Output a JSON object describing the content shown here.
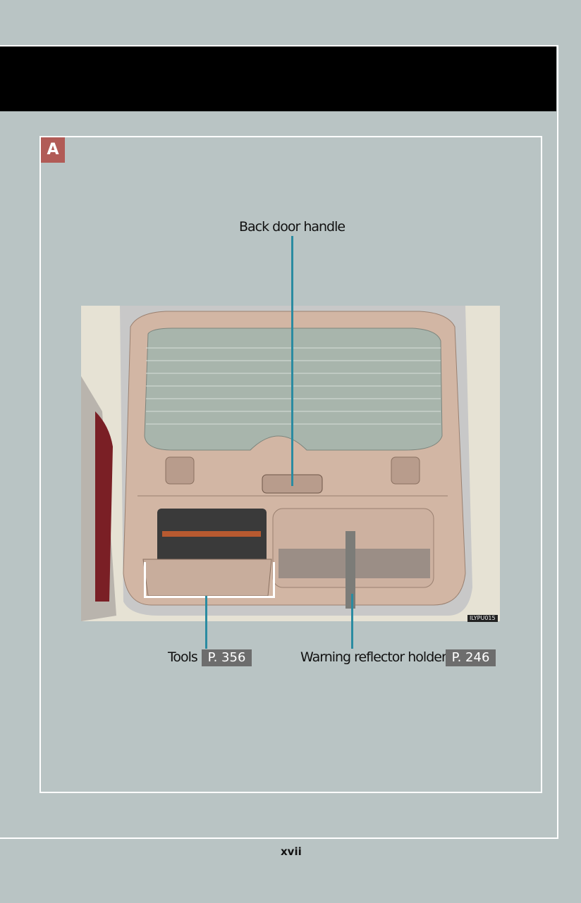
{
  "section_badge": "A",
  "callouts": {
    "back_door_handle": "Back door handle",
    "tools": {
      "label": "Tools",
      "page_ref": "P. 356"
    },
    "warning_reflector_holder": {
      "label": "Warning reflector holder",
      "page_ref": "P. 246"
    }
  },
  "illustration_code": "ILYPU015",
  "page_number": "xvii",
  "colors": {
    "background": "#b9c4c4",
    "badge": "#b15b56",
    "leader": "#2b8ba1",
    "page_ref_bg": "#6d6d6d"
  }
}
